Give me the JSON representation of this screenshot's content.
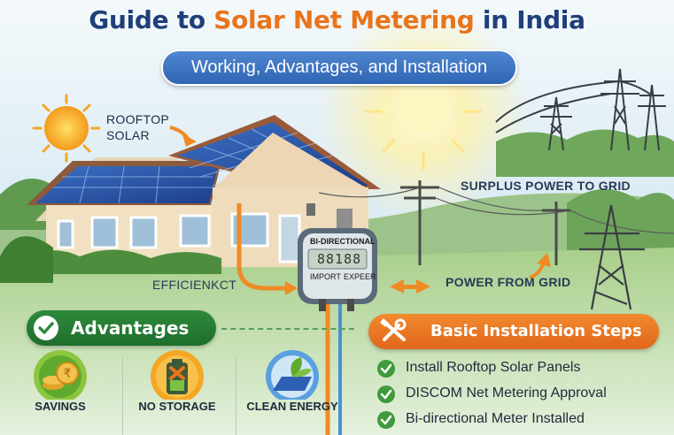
{
  "title": {
    "part1": "Guide to ",
    "part2": "Solar Net Metering",
    "part3": " in India"
  },
  "subtitle": "Working, Advantages, and Installation",
  "scene": {
    "rooftop_label_line1": "ROOFTOP",
    "rooftop_label_line2": "SOLAR",
    "surplus_label": "SURPLUS POWER TO GRID",
    "from_grid_label": "POWER FROM GRID",
    "efficiency_label": "EFFICIENKCT"
  },
  "meter": {
    "header": "BI-DIRECTIONAL",
    "display": "88188",
    "import_label": "IMPORT",
    "export_label": "EXPEER"
  },
  "advantages": {
    "heading": "Advantages",
    "items": [
      {
        "label": "SAVINGS",
        "icon": "coins-icon"
      },
      {
        "label": "NO STORAGE",
        "icon": "no-battery-icon"
      },
      {
        "label": "CLEAN ENERGY",
        "icon": "solar-leaf-icon"
      }
    ]
  },
  "installation": {
    "heading": "Basic Installation Steps",
    "steps": [
      "Install Rooftop Solar Panels",
      "DISCOM Net Metering Approval",
      "Bi-directional Meter Installed"
    ]
  },
  "colors": {
    "title_blue": "#1f3f7a",
    "title_orange": "#e8741c",
    "advantage_green": "#2e8a3c",
    "install_orange": "#f28a2e",
    "pill_blue": "#3c73c0",
    "arrow_orange": "#f08a24"
  }
}
